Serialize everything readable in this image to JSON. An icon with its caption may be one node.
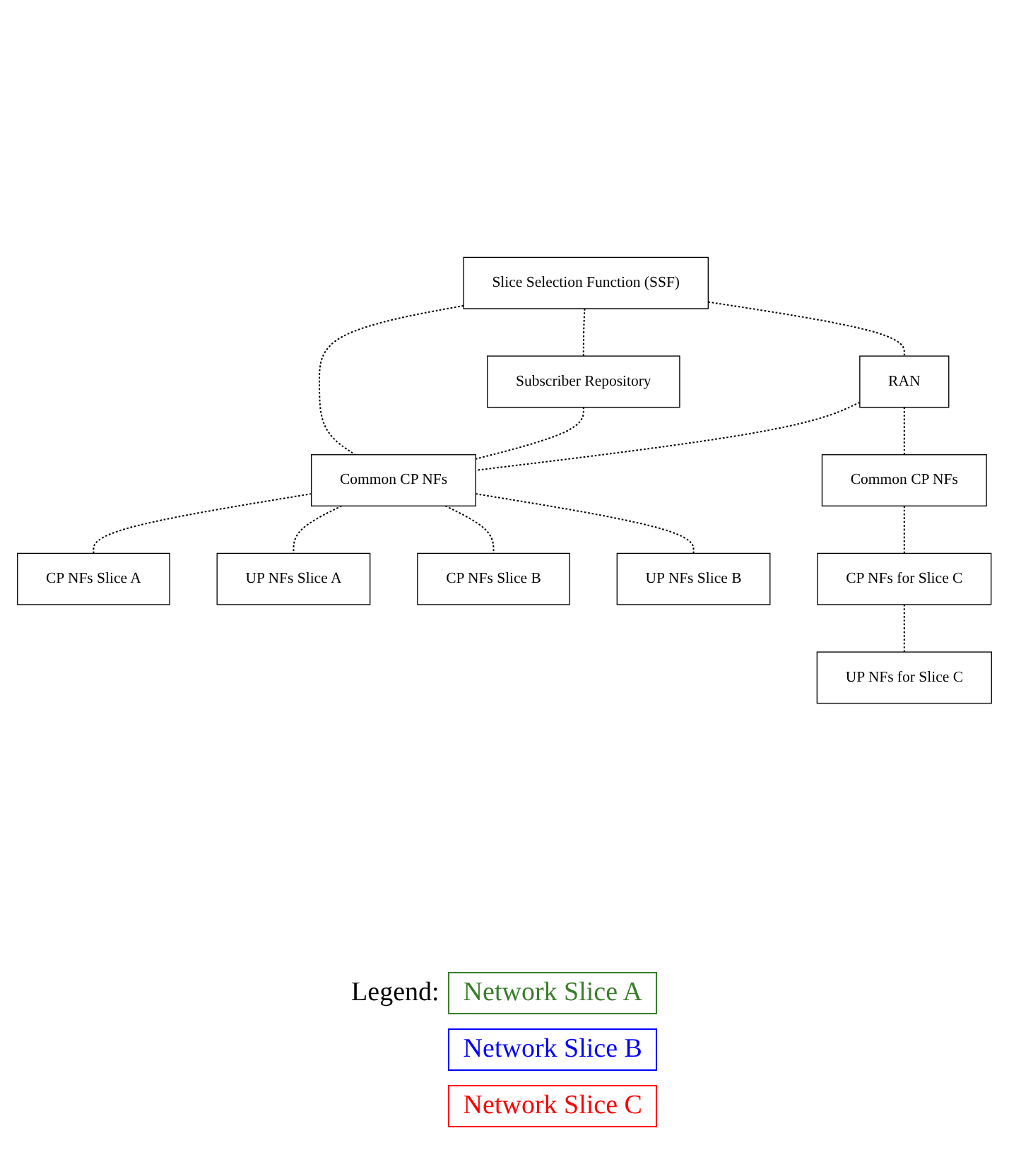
{
  "diagram": {
    "nodes": [
      {
        "text": [
          "Slice Selection Function (SSF)"
        ]
      },
      {
        "text": [
          "Subscriber Repository"
        ]
      },
      {
        "text": [
          "CP NFs Slice A"
        ]
      },
      {
        "text": [
          "UP NFs Slice A"
        ]
      },
      {
        "text": [
          "RAN"
        ]
      },
      {
        "text": [
          "Common CP NFs"
        ]
      },
      {
        "text": [
          "CP NFs Slice B"
        ]
      },
      {
        "text": [
          "UP NFs Slice B"
        ]
      },
      {
        "text": [
          "Common CP NFs"
        ]
      },
      {
        "text": [
          "CP NFs for Slice C"
        ]
      },
      {
        "text": [
          "UP NFs for Slice C"
        ]
      }
    ],
    "edges": [
      {
        "from": 0,
        "to": 1,
        "arrow": "none",
        "style": "dashed"
      },
      {
        "from": 0,
        "to": 5,
        "arrow": "none",
        "style": "dashed"
      },
      {
        "from": 0,
        "to": 4,
        "arrow": "none",
        "style": "dashed"
      },
      {
        "from": 1,
        "to": 5,
        "arrow": "none",
        "style": "dashed"
      },
      {
        "from": 4,
        "to": 5,
        "arrow": "none",
        "style": "dashed"
      },
      {
        "from": 5,
        "to": 2,
        "arrow": "none",
        "style": "dashed"
      },
      {
        "from": 5,
        "to": 3,
        "arrow": "none",
        "style": "dashed"
      },
      {
        "from": 5,
        "to": 6,
        "arrow": "none",
        "style": "dashed"
      },
      {
        "from": 5,
        "to": 7,
        "arrow": "none",
        "style": "dashed"
      },
      {
        "from": 4,
        "to": 8,
        "arrow": "none",
        "style": "dashed"
      },
      {
        "from": 8,
        "to": 9,
        "arrow": "none",
        "style": "dashed"
      },
      {
        "from": 9,
        "to": 10,
        "arrow": "none",
        "style": "dashed"
      }
    ],
    "labels": [
      "Legend:"
    ],
    "legend": [
      {
        "text": "Network Slice A",
        "color": "#3a7d2c"
      },
      {
        "text": "Network Slice B",
        "color": "#0000ff"
      },
      {
        "text": "Network Slice C",
        "color": "#ff0000"
      }
    ]
  }
}
